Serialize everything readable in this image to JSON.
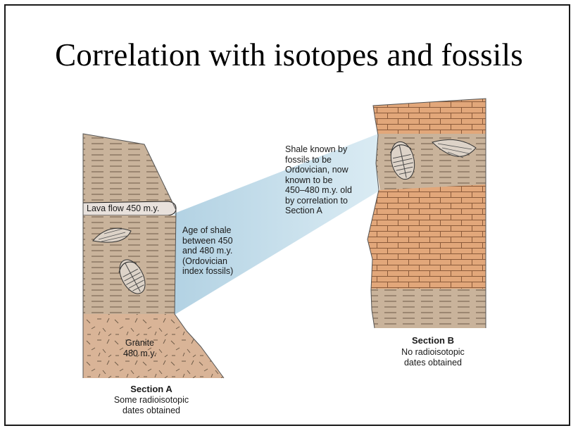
{
  "slide": {
    "title": "Correlation with isotopes and fossils"
  },
  "section_a": {
    "lava_label": "Lava flow 450 m.y.",
    "shale_label": "Age of shale\nbetween 450\nand 480 m.y.\n(Ordovician\nindex fossils)",
    "granite_label": "Granite\n480 m.y.",
    "name": "Section A",
    "note": "Some radioisotopic\ndates obtained"
  },
  "section_b": {
    "shale_label": "Shale known by\nfossils to be\nOrdovician, now\nknown to be\n450–480 m.y. old\nby correlation to\nSection A",
    "name": "Section B",
    "note": "No radioisotopic\ndates obtained"
  },
  "colors": {
    "shale": "#c9b39b",
    "limestone": "#e2a77a",
    "granite": "#d9b497",
    "correlation_band": "#bcd8e6",
    "outline": "#1a1a1a"
  }
}
